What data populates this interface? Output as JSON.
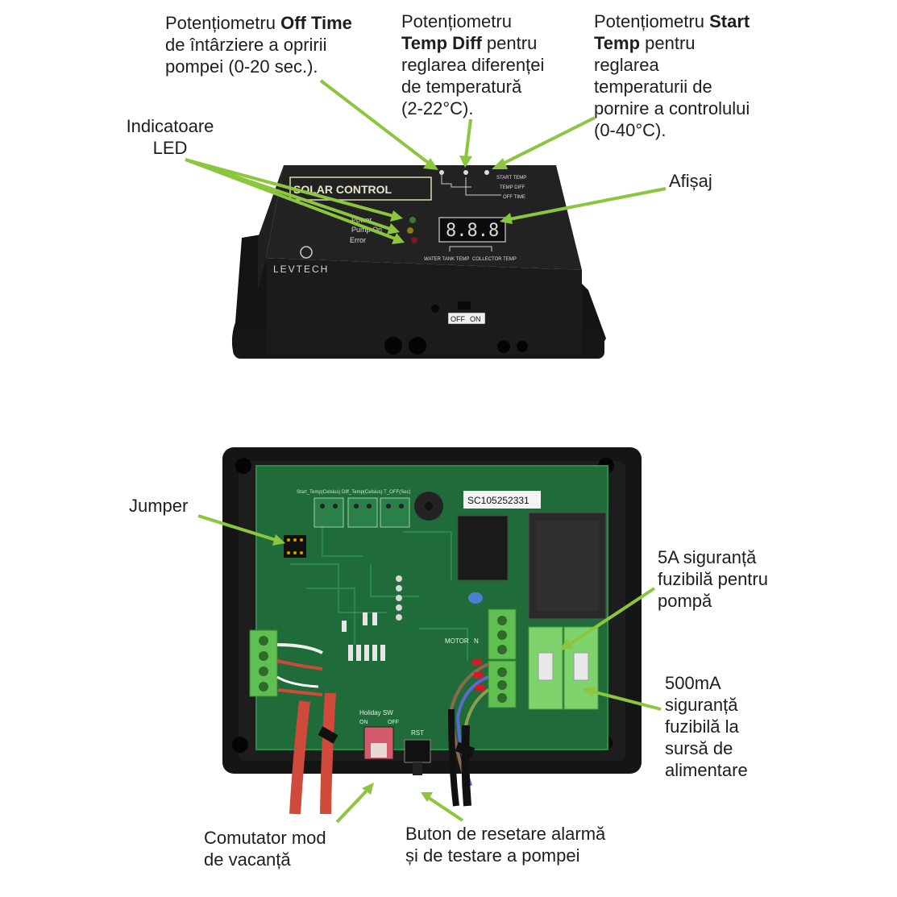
{
  "labels": {
    "off_time": {
      "line1_pre": "Potențiometru ",
      "line1_bold": "Off Time",
      "line2": "de întârziere a opririi",
      "line3": "pompei (0-20 sec.)."
    },
    "temp_diff": {
      "line1": "Potențiometru",
      "line2_bold": "Temp Diff",
      "line2_post": " pentru",
      "line3": "reglarea diferenței",
      "line4": "de temperatură",
      "line5": "(2-22°C)."
    },
    "start_temp": {
      "line1_pre": "Potențiometru ",
      "line1_bold": "Start",
      "line2_bold": "Temp",
      "line2_post": " pentru",
      "line3": "reglarea",
      "line4": "temperaturii de",
      "line5": "pornire a controlului",
      "line6": "(0-40°C)."
    },
    "led": {
      "line1": "Indicatoare",
      "line2": "LED"
    },
    "display": {
      "text": "Afișaj"
    },
    "jumper": {
      "text": "Jumper"
    },
    "fuse_pump": {
      "line1": "5A siguranță",
      "line2": "fuzibilă pentru",
      "line3": "pompă"
    },
    "fuse_supply": {
      "line1": "500mA",
      "line2": "siguranță",
      "line3": "fuzibilă la",
      "line4": "sursă de",
      "line5": "alimentare"
    },
    "holiday": {
      "line1": "Comutator mod",
      "line2": "de vacanță"
    },
    "reset": {
      "line1": "Buton de resetare alarmă",
      "line2": "și de testare a pompei"
    }
  },
  "device": {
    "title": "SOLAR CONTROL",
    "brand": "LEVTECH",
    "display_value": "8.8.8",
    "led_labels": [
      "Power",
      "Pump On",
      "Error"
    ],
    "pot_labels": [
      "START TEMP",
      "TEMP DIFF",
      "OFF TIME"
    ],
    "sensor_labels": [
      "WATER TANK TEMP",
      "COLLECTOR TEMP"
    ],
    "switch_labels": [
      "OFF",
      "ON"
    ]
  },
  "board": {
    "serial": "SC105252331",
    "pot_header": "Start_Temp(Celsius)  Diff_Temp(Celsius)  T_OFF(Sec)",
    "holiday_sw": "Holiday SW",
    "holiday_on": "ON",
    "holiday_off": "OFF",
    "rst": "RST",
    "motor": "MOTOR",
    "n": "N"
  },
  "colors": {
    "arrow": "#8cc63f",
    "case": "#1c1c1c",
    "pcb": "#1f6b3a",
    "terminal": "#5fbf52"
  }
}
